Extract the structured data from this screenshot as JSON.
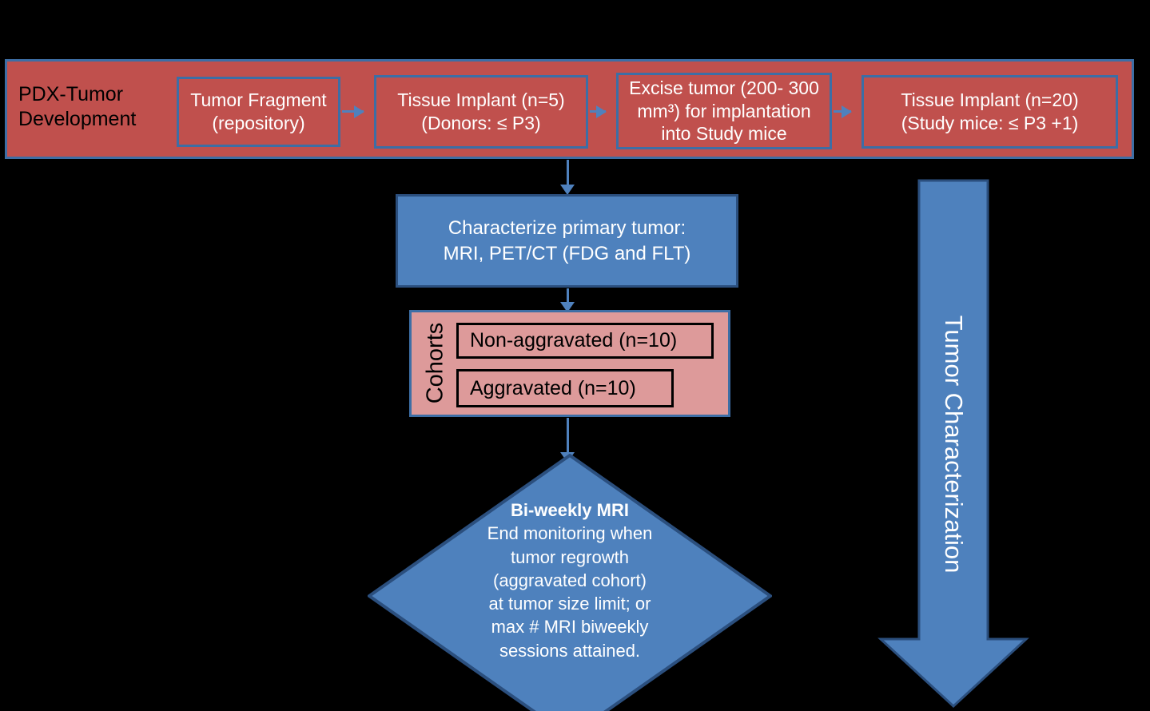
{
  "banner": {
    "title": "PDX-Tumor\nDevelopment",
    "stages": [
      {
        "label": "Tumor Fragment\n(repository)"
      },
      {
        "label": "Tissue Implant (n=5)\n(Donors: ≤ P3)"
      },
      {
        "label": "Excise tumor (200- 300\nmm³) for implantation\ninto Study mice"
      },
      {
        "label": "Tissue Implant (n=20)\n(Study mice: ≤ P3 +1)"
      }
    ]
  },
  "characterize": {
    "label": "Characterize primary tumor:\nMRI, PET/CT (FDG and FLT)"
  },
  "cohorts": {
    "label": "Cohorts",
    "items": [
      {
        "label": "Non-aggravated (n=10)"
      },
      {
        "label": "Aggravated (n=10)"
      }
    ]
  },
  "monitoring": {
    "title": "Bi-weekly MRI",
    "body": "End monitoring when\ntumor regrowth\n(aggravated cohort)\nat tumor size limit; or\nmax # MRI biweekly\nsessions attained."
  },
  "side_arrow": {
    "label": "Tumor Characterization"
  },
  "colors": {
    "red_fill": "#c0504d",
    "blue_fill": "#4e81bd",
    "pink_fill": "#dd9a9a",
    "blue_border": "#3d6ea5",
    "dark_blue_border": "#2b4f7e",
    "connector": "#4f81bd",
    "background": "#000000",
    "white_text": "#ffffff",
    "black_text": "#000000"
  }
}
